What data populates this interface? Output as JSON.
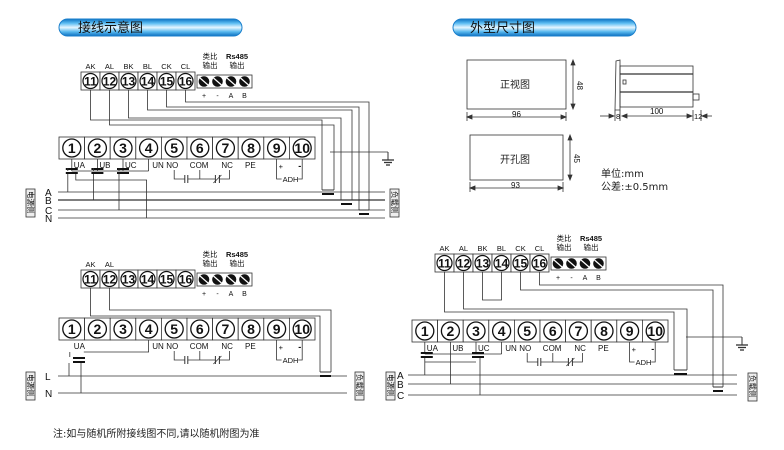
{
  "sections": {
    "wiring_title": "接线示意图",
    "dimension_title": "外型尺寸图"
  },
  "terminals_top": {
    "numbers": [
      "11",
      "12",
      "13",
      "14",
      "15",
      "16"
    ],
    "labels_full": [
      "AK",
      "AL",
      "BK",
      "BL",
      "CK",
      "CL"
    ],
    "labels_single": [
      "AK",
      "AL",
      "",
      "",
      "",
      ""
    ],
    "analog_out_label_1": "类比",
    "analog_out_label_2": "输出",
    "rs485_label_1": "Rs485",
    "rs485_label_2": "输出",
    "screw_labels": [
      "+",
      "-",
      "A",
      "B"
    ]
  },
  "terminals_bottom": {
    "numbers": [
      "1",
      "2",
      "3",
      "4",
      "5",
      "6",
      "7",
      "8",
      "9",
      "10"
    ],
    "labels_three": [
      "UA",
      "UB",
      "UC",
      "UN",
      "NO",
      "COM",
      "NC",
      "PE"
    ],
    "labels_single": [
      "UA",
      "UN",
      "NO",
      "COM",
      "NC",
      "PE"
    ],
    "adh_label": "ADH",
    "adh_plus": "+",
    "adh_minus": "-"
  },
  "lines": {
    "three_phase_4w": [
      "A",
      "B",
      "C",
      "N"
    ],
    "single_phase": [
      "L",
      "N"
    ],
    "three_phase_3w": [
      "A",
      "B",
      "C"
    ]
  },
  "side_labels": {
    "source": "电源侧",
    "load": "负载侧"
  },
  "dimensions": {
    "front_view_label": "正视图",
    "front_width": "96",
    "front_height": "48",
    "cutout_label": "开孔图",
    "cutout_width": "93",
    "cutout_height": "45",
    "side_depth_front": "8",
    "side_depth_body": "100",
    "side_depth_rear": "12",
    "unit_text": "单位:mm",
    "tolerance_text": "公差:±0.5mm"
  },
  "colors": {
    "title_bar_dark": "#1a8fd6",
    "title_bar_light": "#bfe6fb",
    "line": "#333333"
  },
  "note": "注:如与随机所附接线图不同,请以随机附图为准"
}
